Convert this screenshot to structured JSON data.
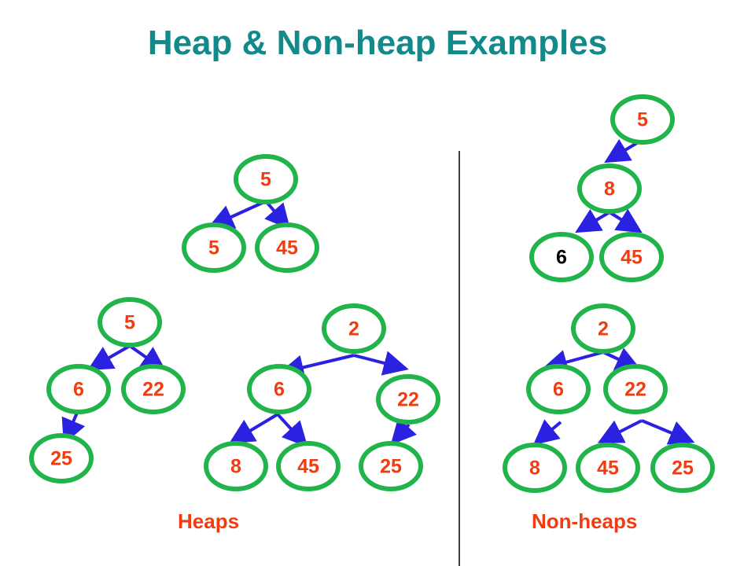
{
  "title": "Heap & Non-heap Examples",
  "captions": {
    "heaps": "Heaps",
    "non_heaps": "Non-heaps"
  },
  "colors": {
    "title": "#138a8a",
    "node_fill": "#ffffff",
    "node_stroke": "#20b44a",
    "label": "#f03c10",
    "label_highlight": "#000000",
    "edge": "#2a22e0",
    "divider": "#000000"
  },
  "heaps": [
    {
      "nodes": [
        "5",
        "5",
        "45"
      ]
    },
    {
      "nodes": [
        "5",
        "6",
        "22",
        "25"
      ]
    },
    {
      "nodes": [
        "2",
        "6",
        "22",
        "8",
        "45",
        "25"
      ]
    }
  ],
  "non_heaps": [
    {
      "nodes": [
        "5",
        "8",
        "6",
        "45"
      ],
      "highlight_node": "6"
    },
    {
      "nodes": [
        "2",
        "6",
        "22",
        "8",
        "45",
        "25"
      ]
    }
  ]
}
